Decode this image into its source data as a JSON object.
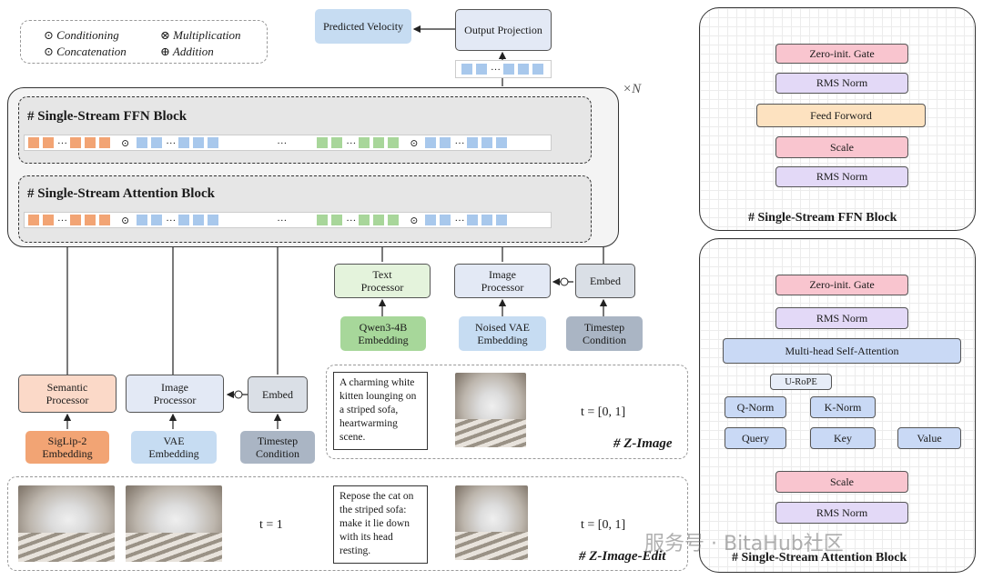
{
  "legend": {
    "conditioning": "Conditioning",
    "concatenation": "Concatenation",
    "multiplication": "Multiplication",
    "addition": "Addition"
  },
  "top": {
    "predicted_velocity": "Predicted Velocity",
    "output_projection": "Output Projection",
    "repeat": "×N"
  },
  "blocks": {
    "ffn_title": "# Single-Stream FFN Block",
    "attn_title": "# Single-Stream Attention Block"
  },
  "zimage": {
    "text_processor": "Text Processor",
    "image_processor": "Image Processor",
    "embed": "Embed",
    "qwen": "Qwen3-4B Embedding",
    "noised_vae": "Noised VAE Embedding",
    "timestep": "Timestep Condition",
    "caption": "A charming white kitten lounging on a striped sofa, heartwarming scene.",
    "t_range": "t = [0, 1]",
    "label": "# Z-Image"
  },
  "edit": {
    "semantic_processor": "Semantic Processor",
    "image_processor": "Image Processor",
    "embed": "Embed",
    "siglip": "SigLip-2 Embedding",
    "vae": "VAE Embedding",
    "timestep": "Timestep Condition",
    "t_one": "t = 1",
    "caption": "Repose the cat on the striped sofa: make it lie down with its head resting.",
    "t_range": "t = [0, 1]",
    "label": "# Z-Image-Edit"
  },
  "ffn_detail": {
    "gate": "Zero-init. Gate",
    "norm_top": "RMS Norm",
    "feed": "Feed Forword",
    "scale": "Scale",
    "norm_bottom": "RMS Norm",
    "title": "# Single-Stream FFN Block"
  },
  "attn_detail": {
    "gate": "Zero-init. Gate",
    "norm_top": "RMS Norm",
    "mhsa": "Multi-head Self-Attention",
    "rope": "U-RoPE",
    "qnorm": "Q-Norm",
    "knorm": "K-Norm",
    "query": "Query",
    "key": "Key",
    "value": "Value",
    "scale": "Scale",
    "norm_bottom": "RMS Norm",
    "title": "# Single-Stream Attention Block"
  },
  "watermark": "服务号 · BitaHub社区"
}
